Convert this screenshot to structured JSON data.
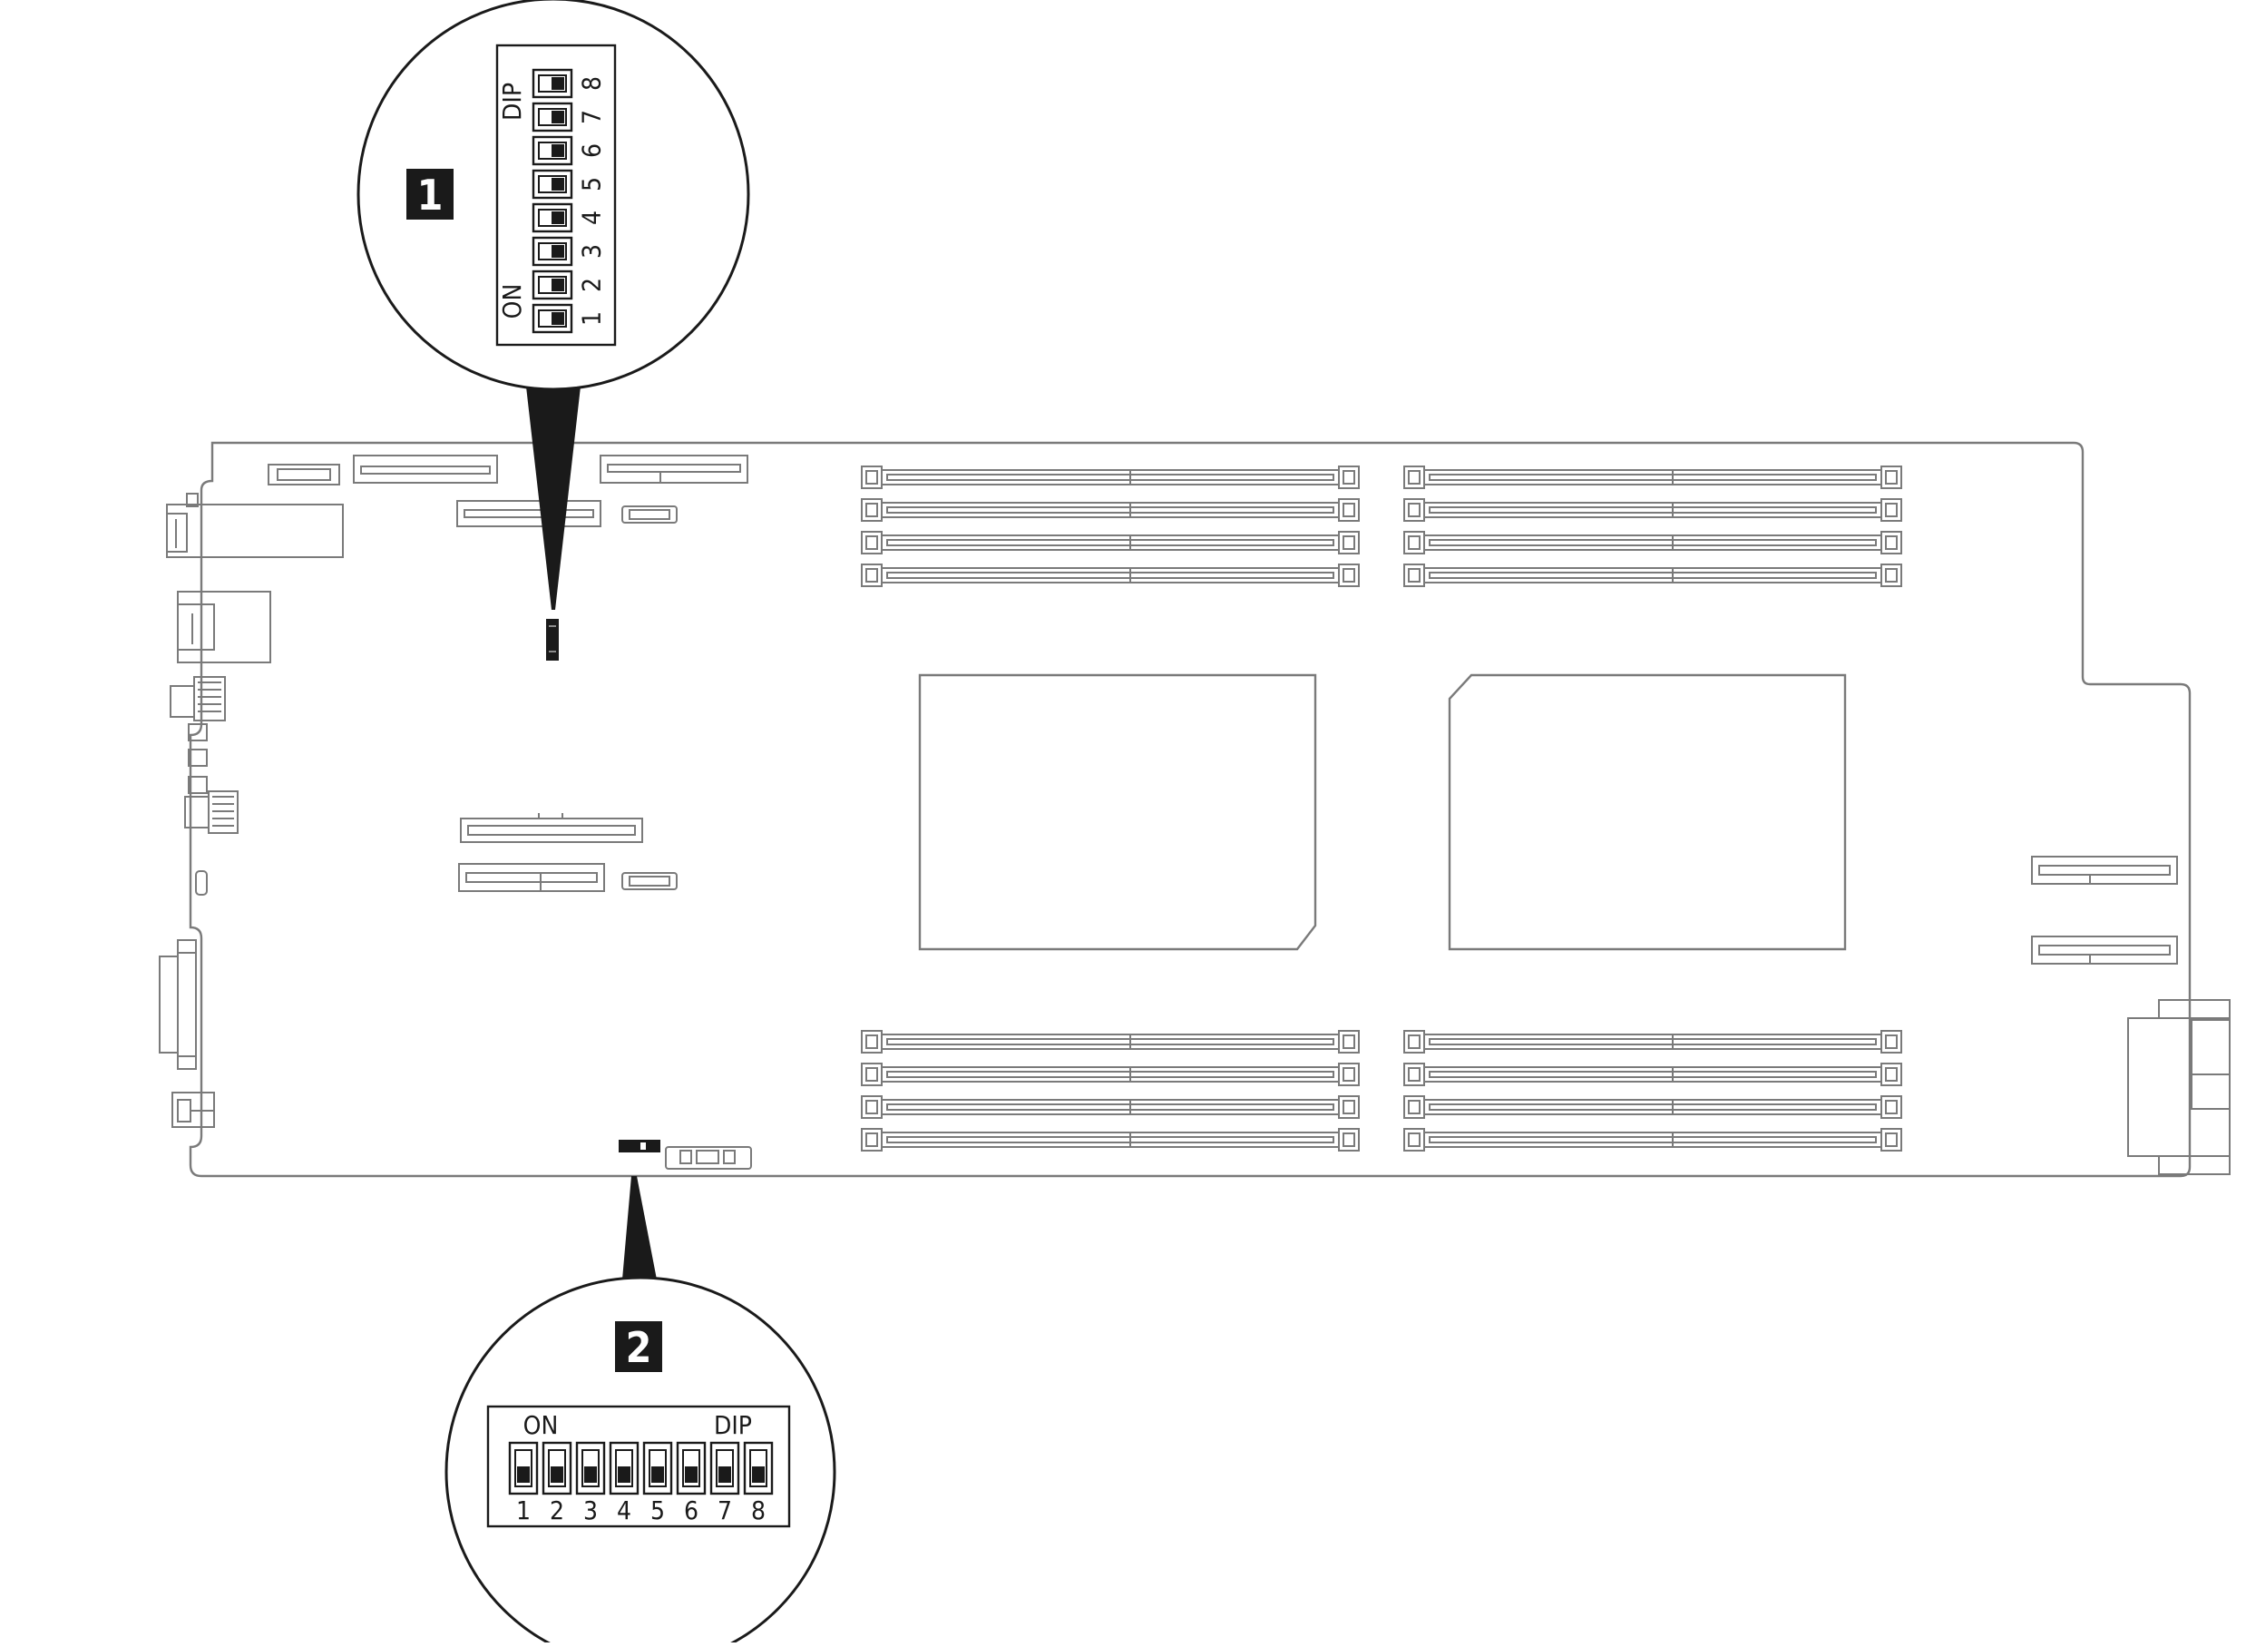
{
  "callouts": [
    {
      "number": "1",
      "switch_on_label": "ON",
      "switch_dip_label": "DIP",
      "switch_numbers": [
        "1",
        "2",
        "3",
        "4",
        "5",
        "6",
        "7",
        "8"
      ]
    },
    {
      "number": "2",
      "switch_on_label": "ON",
      "switch_dip_label": "DIP",
      "switch_numbers": [
        "1",
        "2",
        "3",
        "4",
        "5",
        "6",
        "7",
        "8"
      ]
    }
  ],
  "colors": {
    "line": "#7a7a7a",
    "ink": "#1a1a1a",
    "badge": "#1a1a1a",
    "badge_text": "#ffffff",
    "background": "#ffffff"
  }
}
